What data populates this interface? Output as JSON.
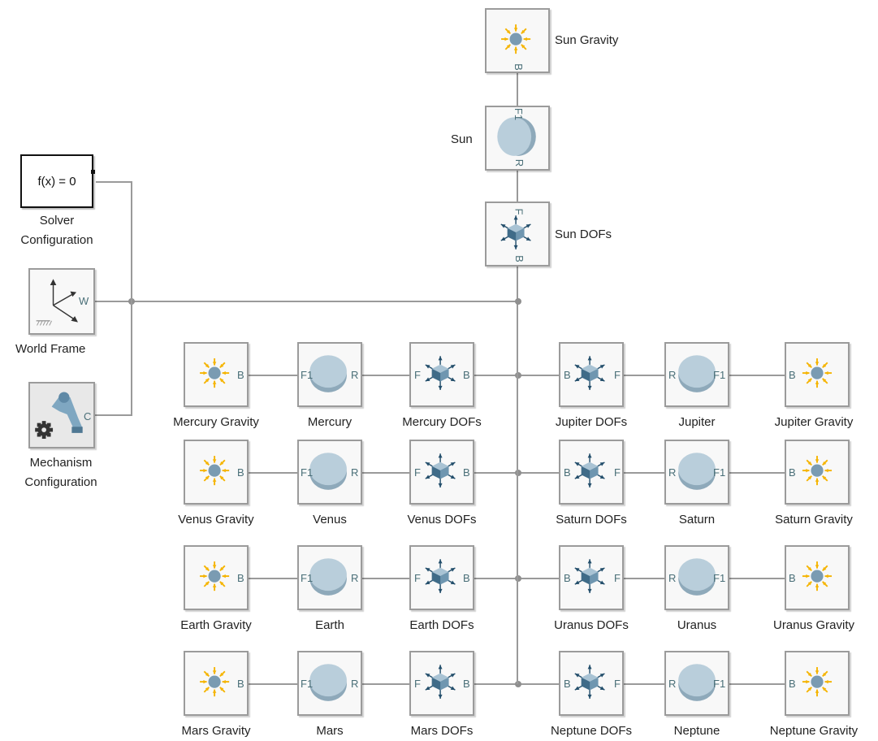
{
  "sun": {
    "gravity_label": "Sun Gravity",
    "body_label": "Sun",
    "dofs_label": "Sun DOFs"
  },
  "solver": {
    "expression": "f(x) = 0",
    "label_line1": "Solver",
    "label_line2": "Configuration"
  },
  "world": {
    "label": "World Frame",
    "port": "W"
  },
  "mechanism": {
    "label_line1": "Mechanism",
    "label_line2": "Configuration",
    "port": "C"
  },
  "ports": {
    "base": "B",
    "follower": "F",
    "frame1": "F1",
    "reference": "R"
  },
  "left_planets": [
    {
      "gravity_label": "Mercury Gravity",
      "body_label": "Mercury",
      "dofs_label": "Mercury DOFs"
    },
    {
      "gravity_label": "Venus Gravity",
      "body_label": "Venus",
      "dofs_label": "Venus DOFs"
    },
    {
      "gravity_label": "Earth Gravity",
      "body_label": "Earth",
      "dofs_label": "Earth DOFs"
    },
    {
      "gravity_label": "Mars Gravity",
      "body_label": "Mars",
      "dofs_label": "Mars DOFs"
    }
  ],
  "right_planets": [
    {
      "dofs_label": "Jupiter DOFs",
      "body_label": "Jupiter",
      "gravity_label": "Jupiter Gravity"
    },
    {
      "dofs_label": "Saturn DOFs",
      "body_label": "Saturn",
      "gravity_label": "Saturn Gravity"
    },
    {
      "dofs_label": "Uranus DOFs",
      "body_label": "Uranus",
      "gravity_label": "Uranus Gravity"
    },
    {
      "dofs_label": "Neptune DOFs",
      "body_label": "Neptune",
      "gravity_label": "Neptune Gravity"
    }
  ],
  "colors": {
    "gravity_arrow": "#f5b400",
    "sphere": "#7a9bb2",
    "body_light": "#b9cedb",
    "body_dark": "#8ea9ba",
    "dof_dark": "#234e6b",
    "line": "#9a9a9a",
    "port_text": "#4a6f78"
  }
}
